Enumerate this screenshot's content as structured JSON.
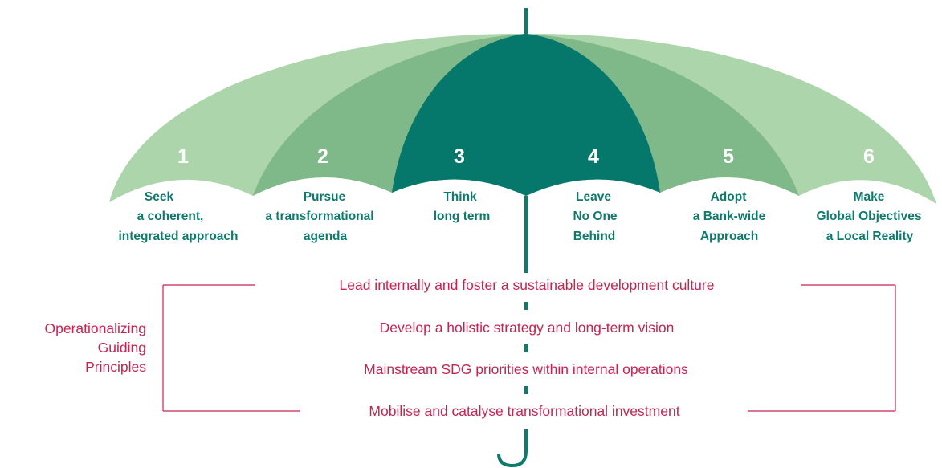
{
  "umbrella": {
    "panels": [
      {
        "number": "1",
        "lines": [
          "Seek",
          "a coherent,",
          "integrated approach"
        ],
        "color": "#add5ac"
      },
      {
        "number": "2",
        "lines": [
          "Pursue",
          "a transformational",
          "agenda"
        ],
        "color": "#80b989"
      },
      {
        "number": "3",
        "lines": [
          "Think",
          "long term"
        ],
        "color": "#05786b"
      },
      {
        "number": "4",
        "lines": [
          "Leave",
          "No One",
          "Behind"
        ],
        "color": "#05786b"
      },
      {
        "number": "5",
        "lines": [
          "Adopt",
          "a Bank-wide",
          "Approach"
        ],
        "color": "#80b989"
      },
      {
        "number": "6",
        "lines": [
          "Make",
          "Global Objectives",
          "a Local Reality"
        ],
        "color": "#add5ac"
      }
    ],
    "shaft_color": "#0e7a6b",
    "label_color": "#0e7a6b"
  },
  "operational": {
    "side_label": [
      "Operationalizing",
      "Guiding",
      "Principles"
    ],
    "items": [
      "Lead internally and foster a sustainable development culture",
      "Develop a holistic strategy and long-term vision",
      "Mainstream SDG priorities within internal operations",
      "Mobilise and catalyse transformational investment"
    ],
    "color": "#c8234f"
  }
}
